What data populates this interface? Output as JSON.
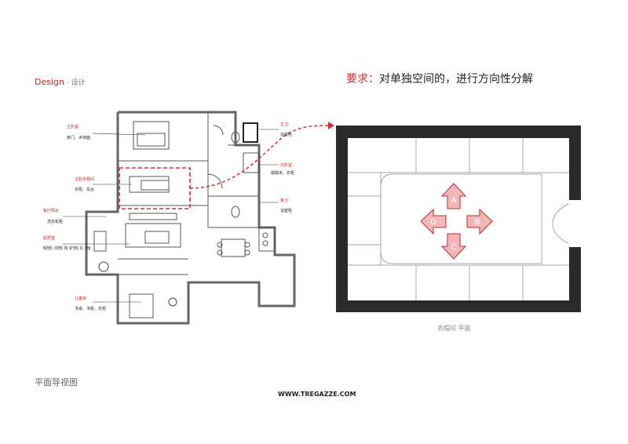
{
  "header": {
    "brand": "Design",
    "sub": " · 设计"
  },
  "requirement": {
    "highlight": "要求：",
    "text": "对单独空间的，进行方向性分解"
  },
  "plan_labels": [
    {
      "title": "主卧室：",
      "desc": "房门、木饰面"
    },
    {
      "title": "主卧衣帽间",
      "desc": "衣柜、岛台"
    },
    {
      "title": "客厅阳台",
      "desc": "洗衣机柜"
    },
    {
      "title": "起居室",
      "desc": "电视背景墙、沙发背景墙、侧墙、餐厅背景墙、窗门、木饰面"
    },
    {
      "title": "儿童房",
      "desc": "书桌、书柜、衣柜"
    },
    {
      "title": "主卫：",
      "desc": "浴室柜"
    },
    {
      "title": "次卧室：",
      "desc": "榻榻米、衣柜"
    },
    {
      "title": "客卫：",
      "desc": "浴室柜"
    }
  ],
  "directions": [
    "A",
    "B",
    "C",
    "D"
  ],
  "caption": "衣帽间 平面",
  "nav_title": "平面导视图",
  "website": "WWW.TREGAZZE.COM",
  "colors": {
    "accent": "#d32f2f",
    "arrow_fill": "#f0b8b8",
    "arrow_stroke": "#c62828",
    "wall": "#2b2b2b"
  }
}
